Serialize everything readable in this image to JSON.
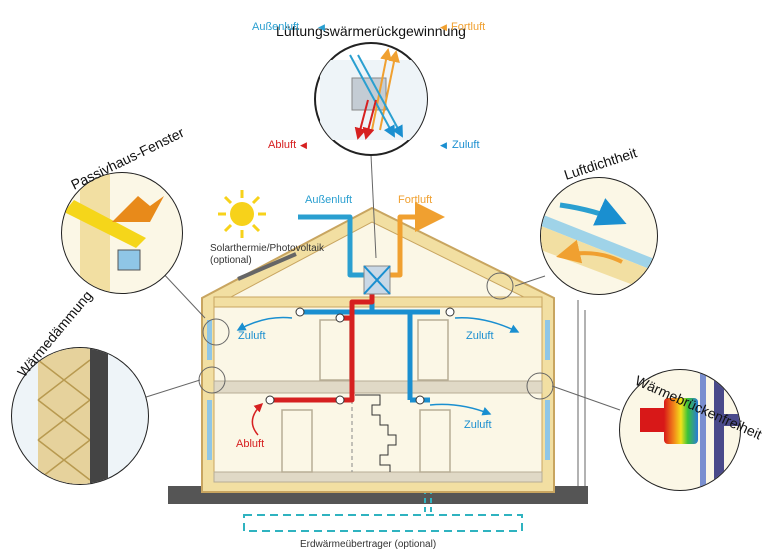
{
  "colors": {
    "outside_air": "#2a9fd0",
    "exhaust_air": "#f0a030",
    "extract_air": "#d62020",
    "supply_air": "#1a8fd0",
    "insulation": "#f2dfa2",
    "wall_outline": "#c8a560",
    "interior": "#fbf7e6",
    "ground": "#555555",
    "sun": "#f7d21a"
  },
  "icons": [
    "sun-icon",
    "solar-panel-icon",
    "heat-exchanger-icon",
    "window-icon",
    "thermal-bridge-icon"
  ],
  "callouts": {
    "ventilation": {
      "title": "Lüftungswärmerückgewinnung",
      "aussenluft": "Außenluft",
      "fortluft": "Fortluft",
      "abluft": "Abluft",
      "zuluft": "Zuluft"
    },
    "window": {
      "title": "Passivhaus-Fenster"
    },
    "airtight": {
      "title": "Luftdichtheit"
    },
    "insulation": {
      "title": "Wärmedämmung"
    },
    "thermal_bridge": {
      "title": "Wärmebrückenfreiheit"
    }
  },
  "house": {
    "aussenluft": "Außenluft",
    "fortluft": "Fortluft",
    "solar": "Solarthermie/Photovoltaik",
    "solar_optional": "(optional)",
    "zuluft_upper_left": "Zuluft",
    "zuluft_upper_right": "Zuluft",
    "zuluft_lower_right": "Zuluft",
    "abluft_lower_left": "Abluft",
    "ground_heat": "Erdwärmeübertrager (optional)"
  }
}
